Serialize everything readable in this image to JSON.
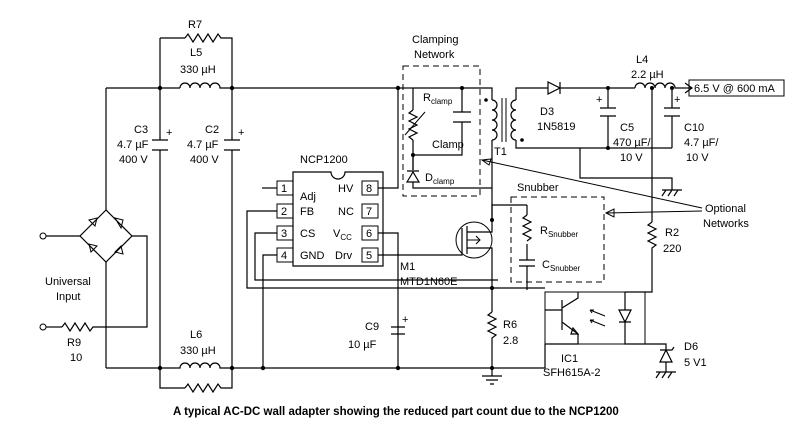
{
  "caption": "A typical AC-DC wall adapter showing the reduced part count due to the NCP1200",
  "input": {
    "line1": "Universal",
    "line2": "Input"
  },
  "components": {
    "r7": {
      "ref": "R7"
    },
    "l5": {
      "ref": "L5",
      "value": "330 µH"
    },
    "l6": {
      "ref": "L6",
      "value": "330 µH"
    },
    "c3": {
      "ref": "C3",
      "value": "4.7 µF",
      "voltage": "400 V"
    },
    "c2": {
      "ref": "C2",
      "value": "4.7 µF",
      "voltage": "400 V"
    },
    "r9": {
      "ref": "R9",
      "value": "10"
    },
    "c9": {
      "ref": "C9",
      "value": "10 µF"
    },
    "r6": {
      "ref": "R6",
      "value": "2.8"
    },
    "m1": {
      "ref": "M1",
      "part": "MTD1N60E"
    },
    "t1": {
      "ref": "T1"
    },
    "d3": {
      "ref": "D3",
      "part": "1N5819"
    },
    "l4": {
      "ref": "L4",
      "value": "2.2 µH"
    },
    "c5": {
      "ref": "C5",
      "value": "470 µF/",
      "voltage": "10 V"
    },
    "c10": {
      "ref": "C10",
      "value": "4.7 µF/",
      "voltage": "10 V"
    },
    "r2": {
      "ref": "R2",
      "value": "220"
    },
    "ic1": {
      "ref": "IC1",
      "part": "SFH615A-2"
    },
    "d6": {
      "ref": "D6",
      "value": "5 V1"
    }
  },
  "ic": {
    "name": "NCP1200",
    "pins": [
      {
        "num": "1",
        "name": "Adj"
      },
      {
        "num": "2",
        "name": "FB"
      },
      {
        "num": "3",
        "name": "CS"
      },
      {
        "num": "4",
        "name": "GND"
      },
      {
        "num": "5",
        "name": "Drv"
      },
      {
        "num": "6",
        "name": "V",
        "sub": "CC"
      },
      {
        "num": "7",
        "name": "NC"
      },
      {
        "num": "8",
        "name": "HV"
      }
    ]
  },
  "clamping": {
    "title_line1": "Clamping",
    "title_line2": "Network",
    "rclamp": "R",
    "rclamp_sub": "clamp",
    "clamp": "Clamp",
    "dclamp": "D",
    "dclamp_sub": "clamp"
  },
  "snubber": {
    "title": "Snubber",
    "r": "R",
    "r_sub": "Snubber",
    "c": "C",
    "c_sub": "Snubber"
  },
  "optional": {
    "line1": "Optional",
    "line2": "Networks"
  },
  "output": {
    "label": "6.5 V @ 600 mA"
  },
  "polarity": "+"
}
